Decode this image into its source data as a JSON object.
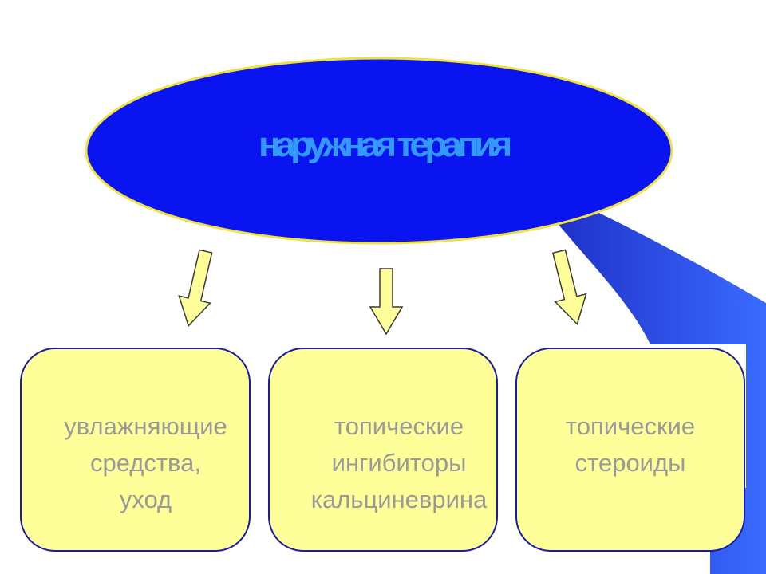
{
  "title": "наружная терапия",
  "colors": {
    "ellipse_fill": "#0a14f0",
    "ellipse_stroke": "#f0e040",
    "title_text": "#3399ff",
    "box_fill": "#ffff99",
    "box_border": "#1a1aa6",
    "box_text": "#999999",
    "arrow_fill": "#ffff99",
    "shadow_blue": "#2850ff"
  },
  "boxes": [
    {
      "lines": [
        "увлажняющие",
        "средства,",
        "уход"
      ]
    },
    {
      "lines": [
        "топические",
        "ингибиторы",
        "кальцineврина"
      ]
    },
    {
      "lines": [
        "топические",
        "стероиды"
      ]
    }
  ]
}
